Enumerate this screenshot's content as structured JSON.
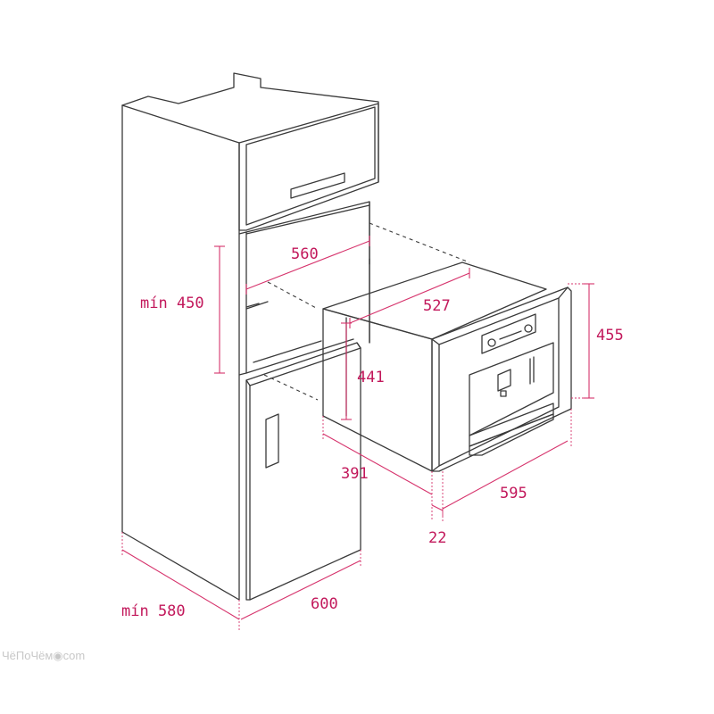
{
  "dimensions": {
    "cavity_width": "560",
    "cavity_height_min": "mín 450",
    "oven_depth": "527",
    "oven_height": "455",
    "oven_inner_height": "441",
    "oven_depth_front": "391",
    "oven_width": "595",
    "frame_offset": "22",
    "cabinet_depth_min": "mín 580",
    "cabinet_width": "600"
  },
  "watermark": "ЧёПоЧём◉com",
  "colors": {
    "line": "#3a3a3a",
    "dimension": "#d6336c"
  }
}
